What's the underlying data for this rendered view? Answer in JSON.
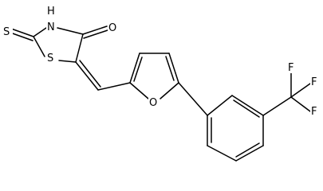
{
  "molecule": {
    "colors": {
      "bond": "#000000",
      "label": "#000000",
      "background": "#ffffff"
    },
    "atoms": {
      "thione_sulfur": "S",
      "ring_nh": "H",
      "ring_nh_n": "N",
      "carbonyl_oxygen": "O",
      "ring_sulfur": "S",
      "furan_oxygen": "O",
      "fluorine_1": "F",
      "fluorine_2": "F",
      "fluorine_3": "F"
    }
  }
}
